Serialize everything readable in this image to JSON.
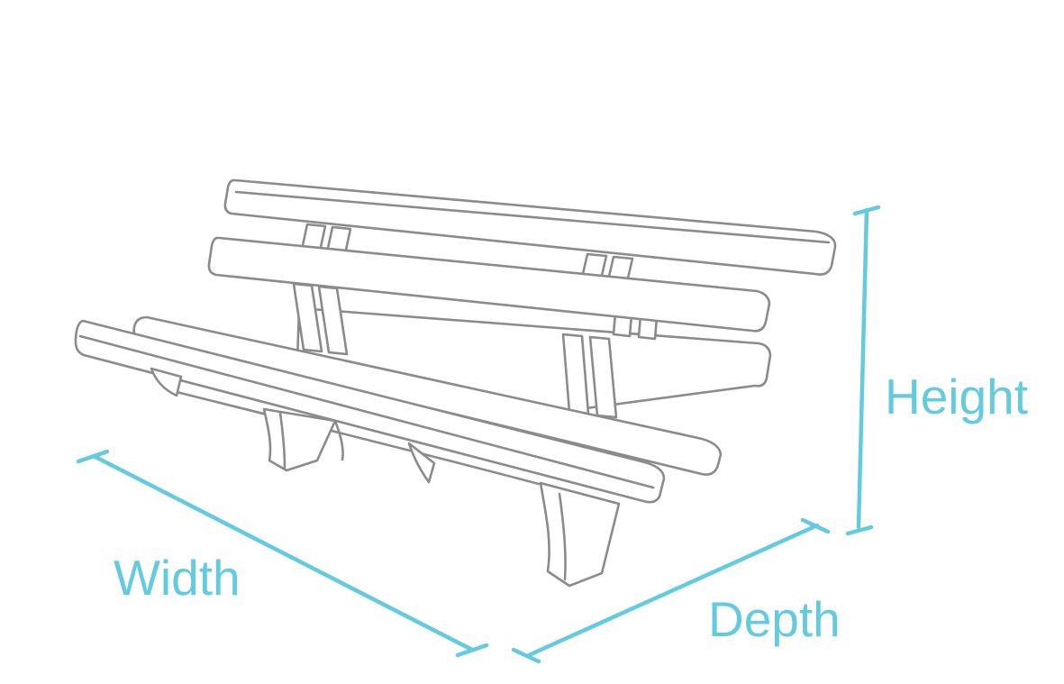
{
  "diagram": {
    "subject": "park-bench-line-drawing",
    "dimension_labels": {
      "width": "Width",
      "depth": "Depth",
      "height": "Height"
    },
    "colors": {
      "dimension_accent": "#64CBDF",
      "bench_outline": "#8B8B8B",
      "background": "#FFFFFF"
    }
  }
}
